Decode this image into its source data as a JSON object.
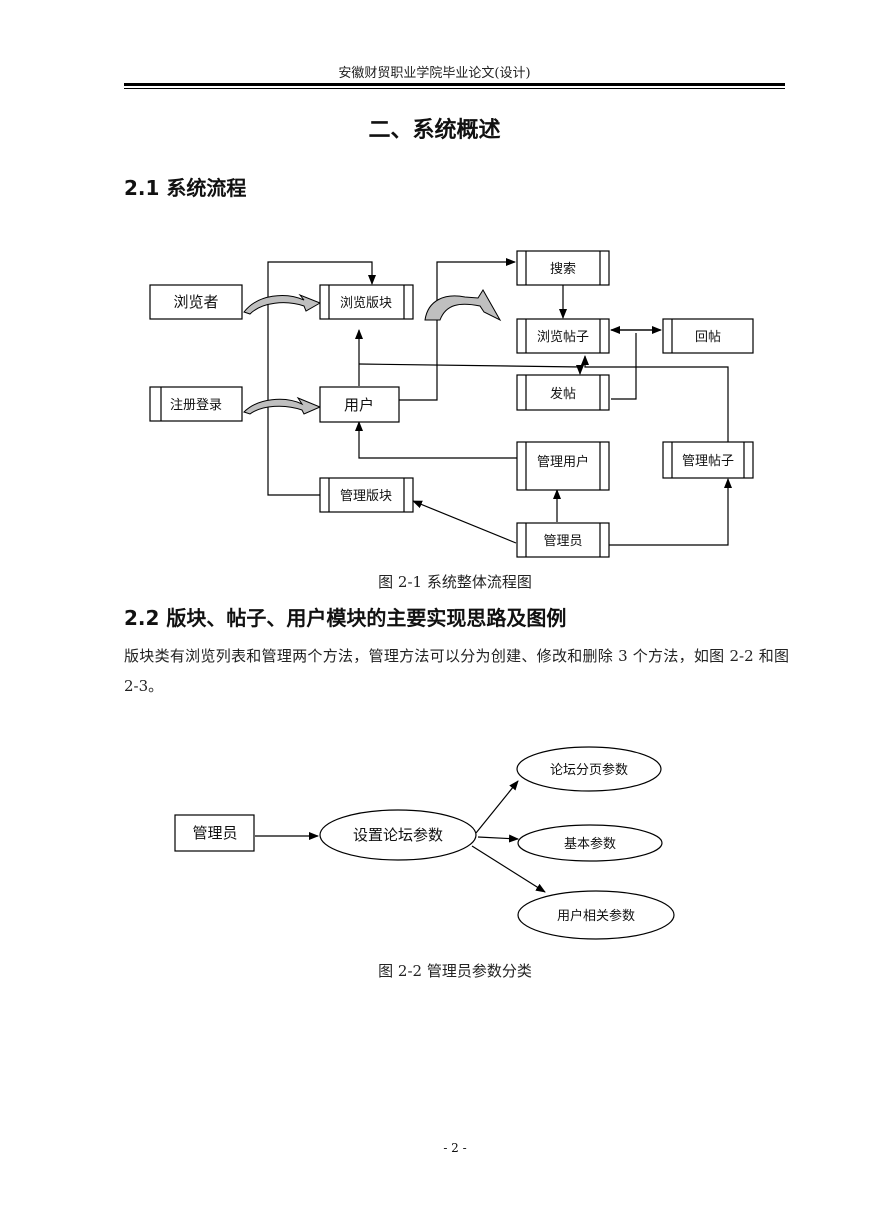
{
  "header": {
    "running_title": "安徽财贸职业学院毕业论文(设计)"
  },
  "chapter_title": "二、系统概述",
  "section_21": {
    "title": "2.1 系统流程"
  },
  "figure1": {
    "caption": "图 2-1  系统整体流程图",
    "nodes": {
      "browser": "浏览者",
      "register": "注册登录",
      "browse_board": "浏览版块",
      "user": "用户",
      "manage_board": "管理版块",
      "search": "搜索",
      "browse_post": "浏览帖子",
      "reply": "回帖",
      "post": "发帖",
      "manage_user": "管理用户",
      "manage_post": "管理帖子",
      "admin": "管理员"
    }
  },
  "section_22": {
    "title": "2.2 版块、帖子、用户模块的主要实现思路及图例",
    "paragraph": "版块类有浏览列表和管理两个方法，管理方法可以分为创建、修改和删除 3 个方法，如图 2-2 和图 2-3。"
  },
  "figure2": {
    "caption": "图 2-2  管理员参数分类",
    "nodes": {
      "admin": "管理员",
      "set_params": "设置论坛参数",
      "paging_params": "论坛分页参数",
      "basic_params": "基本参数",
      "user_params": "用户相关参数"
    }
  },
  "footer": {
    "page_number": "- 2 -"
  }
}
